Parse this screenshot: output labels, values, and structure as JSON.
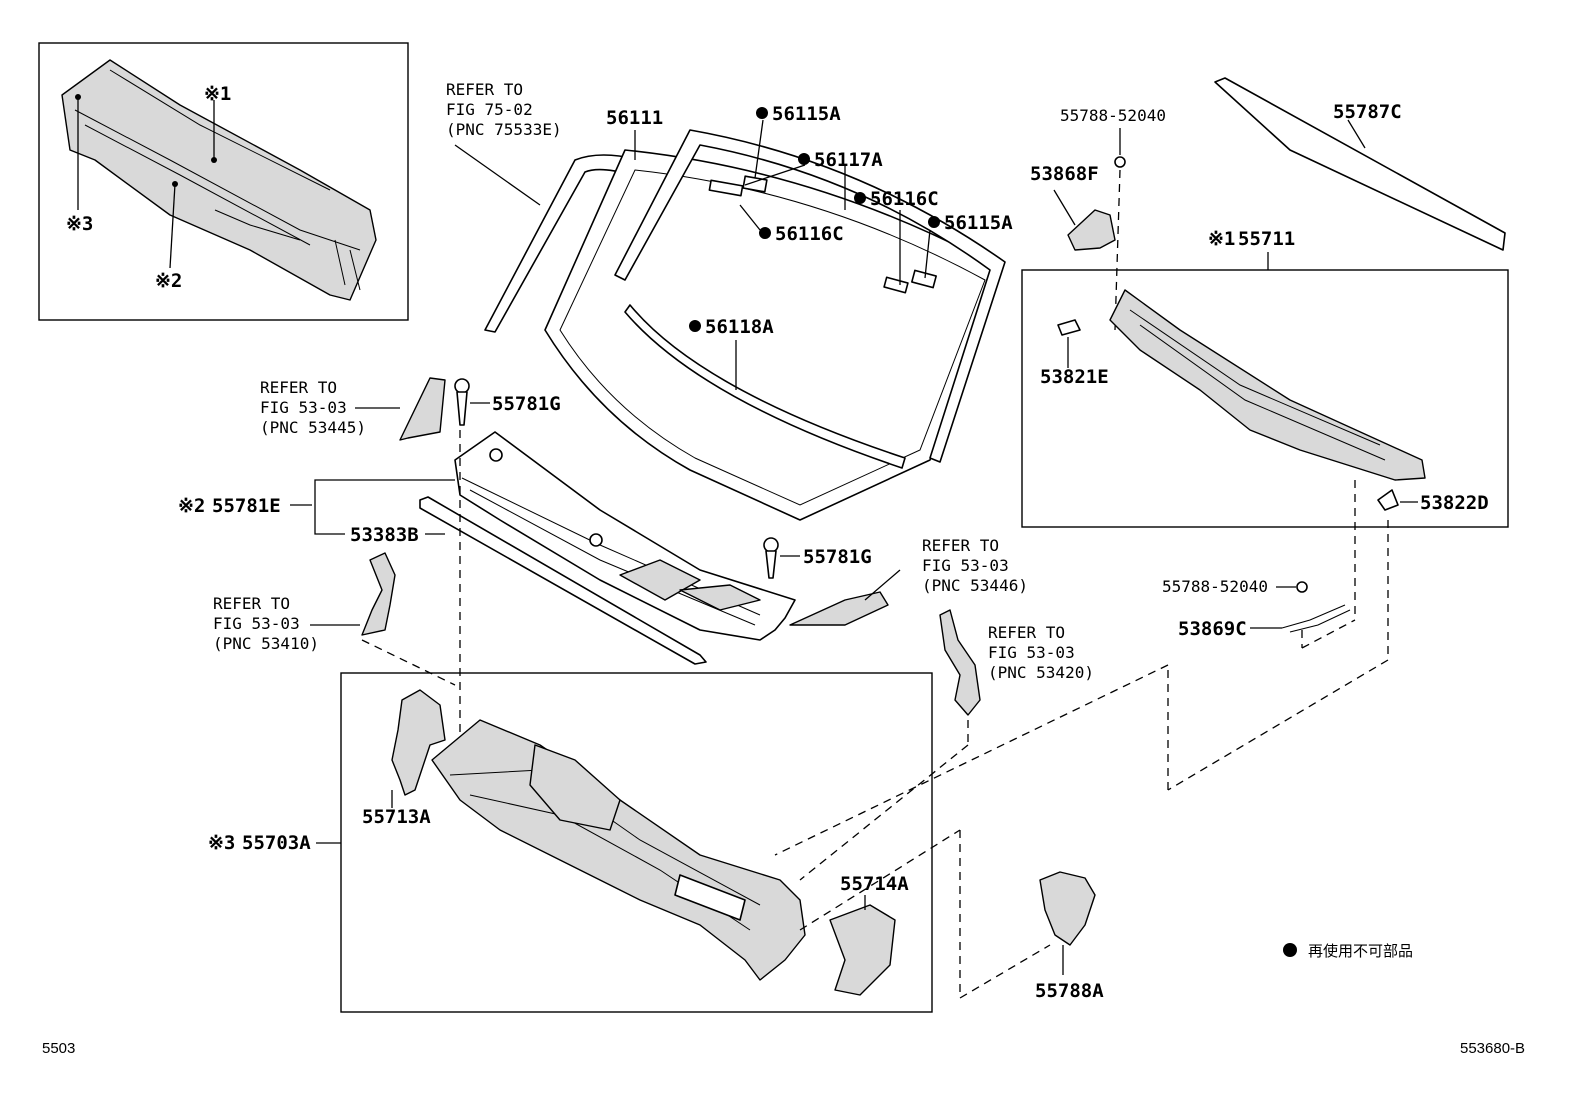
{
  "diagram": {
    "labels": {
      "inset_mark_1": "※1",
      "inset_mark_2": "※2",
      "inset_mark_3": "※3",
      "p56111": "56111",
      "p56115A_top": "56115A",
      "p56117A": "56117A",
      "p56116C_right": "56116C",
      "p56116C_left": "56116C",
      "p56115A_right": "56115A",
      "p56118A": "56118A",
      "p55788_52040_top": "55788-52040",
      "p53868F": "53868F",
      "p55787C": "55787C",
      "p55711": "55711",
      "p55711_mark": "※1",
      "p53821E": "53821E",
      "p53822D": "53822D",
      "p55788_52040_mid": "55788-52040",
      "p53869C": "53869C",
      "p55781G_top": "55781G",
      "p55781G_mid": "55781G",
      "p55781E": "55781E",
      "p55781E_mark": "※2",
      "p53383B": "53383B",
      "p55713A": "55713A",
      "p55703A": "55703A",
      "p55703A_mark": "※3",
      "p55714A": "55714A",
      "p55788A": "55788A"
    },
    "refs": {
      "r75_02": {
        "line1": "REFER TO",
        "line2": "FIG 75-02",
        "line3": "(PNC 75533E)"
      },
      "r53445": {
        "line1": "REFER TO",
        "line2": "FIG 53-03",
        "line3": "(PNC 53445)"
      },
      "r53446": {
        "line1": "REFER TO",
        "line2": "FIG 53-03",
        "line3": "(PNC 53446)"
      },
      "r53410": {
        "line1": "REFER TO",
        "line2": "FIG 53-03",
        "line3": "(PNC 53410)"
      },
      "r53420": {
        "line1": "REFER TO",
        "line2": "FIG 53-03",
        "line3": "(PNC 53420)"
      }
    },
    "legend_text": "再使用不可部品",
    "footer_left": "5503",
    "footer_right": "553680-B"
  }
}
